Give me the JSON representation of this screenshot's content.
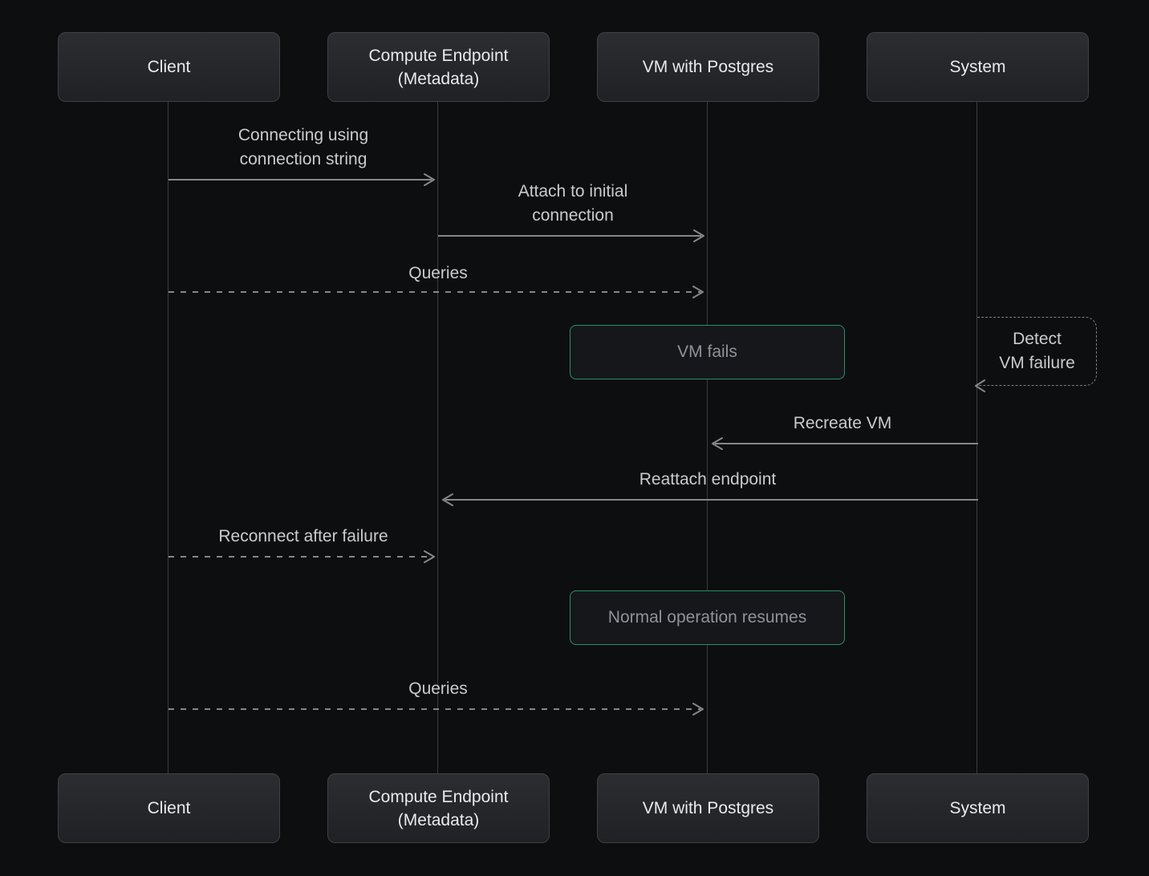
{
  "diagram": {
    "type": "sequence-diagram",
    "actors": [
      {
        "id": "client",
        "label": "Client"
      },
      {
        "id": "compute-endpoint",
        "label": "Compute Endpoint\n(Metadata)"
      },
      {
        "id": "vm-postgres",
        "label": "VM with Postgres"
      },
      {
        "id": "system",
        "label": "System"
      }
    ],
    "messages": [
      {
        "label": "Connecting using\nconnection string",
        "from": "client",
        "to": "compute-endpoint",
        "style": "solid",
        "direction": "right"
      },
      {
        "label": "Attach to initial\nconnection",
        "from": "compute-endpoint",
        "to": "vm-postgres",
        "style": "solid",
        "direction": "right"
      },
      {
        "label": "Queries",
        "from": "client",
        "to": "vm-postgres",
        "style": "dashed",
        "direction": "right"
      },
      {
        "label": "Recreate VM",
        "from": "system",
        "to": "vm-postgres",
        "style": "solid",
        "direction": "left"
      },
      {
        "label": "Reattach endpoint",
        "from": "system",
        "to": "compute-endpoint",
        "style": "solid",
        "direction": "left"
      },
      {
        "label": "Reconnect after failure",
        "from": "client",
        "to": "compute-endpoint",
        "style": "dashed",
        "direction": "right"
      },
      {
        "label": "Queries",
        "from": "client",
        "to": "vm-postgres",
        "style": "dashed",
        "direction": "right"
      }
    ],
    "notes": [
      {
        "label": "VM fails",
        "over": "vm-postgres"
      },
      {
        "label": "Normal operation resumes",
        "over": "vm-postgres"
      }
    ],
    "self_message": {
      "label": "Detect\nVM failure",
      "actor": "system",
      "style": "dashed"
    },
    "colors": {
      "background": "#0d0e10",
      "actor_box_top": "#2b2d31",
      "actor_box_bottom": "#1f2125",
      "actor_box_border": "#3e4045",
      "actor_text": "#e9eaec",
      "lifeline": "#3a3c40",
      "arrow_line": "#85878b",
      "label_text": "#c9cbcf",
      "note_border_green": "#2b8f66",
      "note_background": "#15171a",
      "note_text": "#8f9298",
      "self_dashed_border": "#7e8085"
    }
  }
}
